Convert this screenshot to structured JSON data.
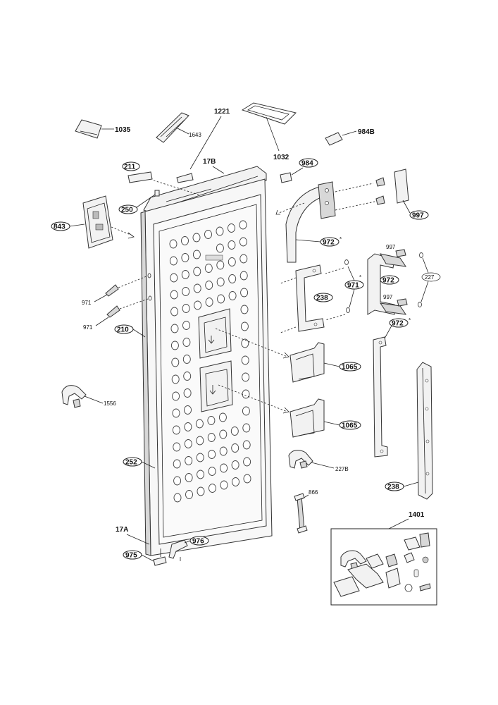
{
  "labels": {
    "p1035": "1035",
    "p1643": "1643",
    "p1221": "1221",
    "p1032": "1032",
    "p984B": "984B",
    "p17B": "17B",
    "p211": "211",
    "p984": "984",
    "p250": "250",
    "p843": "843",
    "p997a": "997",
    "p972a": "972",
    "p997b": "997",
    "p972b": "972",
    "p227": "227",
    "p971a": "971",
    "p971b": "971",
    "p971c": "971",
    "p238a": "238",
    "p997c": "997",
    "p972c": "972",
    "p210": "210",
    "p1065a": "1065",
    "p1556": "1556",
    "p1065b": "1065",
    "p252": "252",
    "p227B": "227B",
    "p238b": "238",
    "p866": "866",
    "p1401": "1401",
    "p17A": "17A",
    "p976": "976",
    "p975": "975"
  }
}
